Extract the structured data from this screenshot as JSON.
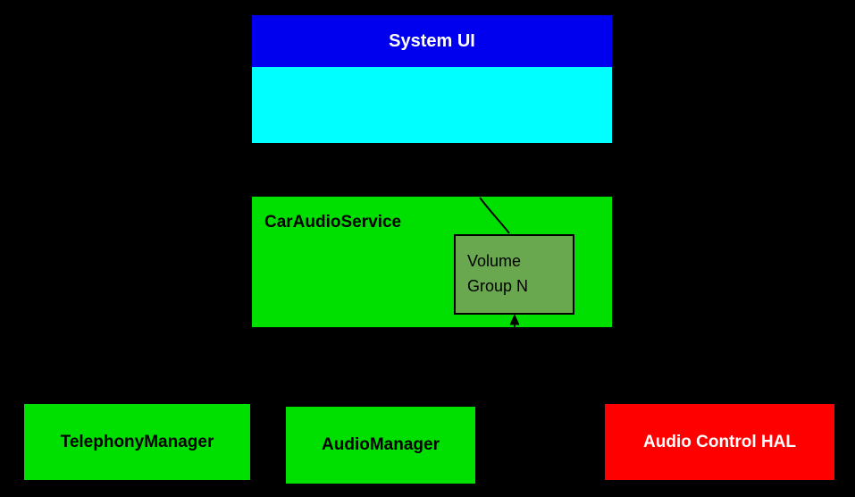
{
  "diagram": {
    "background_color": "#000000",
    "nodes": {
      "system_ui": {
        "label": "System UI",
        "header_color": "#0000ee",
        "body_color": "#00ffff",
        "label_color": "#ffffff"
      },
      "car_audio_service": {
        "label": "CarAudioService",
        "fill_color": "#00e000",
        "label_color": "#000000"
      },
      "volume_group": {
        "label": "Volume Group N",
        "fill_color": "#6aa84f",
        "border_color": "#000000",
        "label_color": "#000000"
      },
      "telephony_manager": {
        "label": "TelephonyManager",
        "fill_color": "#00e000",
        "label_color": "#000000"
      },
      "audio_manager": {
        "label": "AudioManager",
        "fill_color": "#00e000",
        "label_color": "#000000"
      },
      "audio_control_hal": {
        "label": "Audio Control HAL",
        "fill_color": "#ff0000",
        "label_color": "#ffffff"
      }
    },
    "connectors": {
      "curve_color": "#000000",
      "arrow_color": "#000000"
    }
  }
}
